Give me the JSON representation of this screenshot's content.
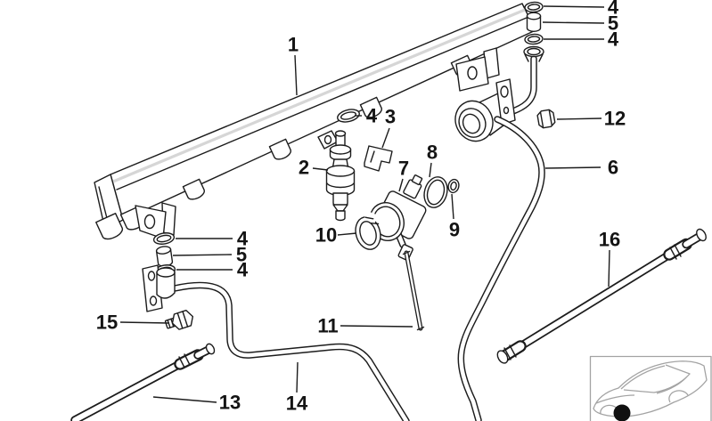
{
  "colors": {
    "background": "#ffffff",
    "line": "#1c1c1c",
    "rail_highlight": "#d6d6d6",
    "inset_line": "#a3a3a3",
    "marker_dot": "#101010"
  },
  "callouts": [
    {
      "text": "4"
    },
    {
      "text": "5"
    },
    {
      "text": "4"
    },
    {
      "text": "1"
    },
    {
      "text": "12"
    },
    {
      "text": "3"
    },
    {
      "text": "4"
    },
    {
      "text": "2"
    },
    {
      "text": "6"
    },
    {
      "text": "8"
    },
    {
      "text": "7"
    },
    {
      "text": "9"
    },
    {
      "text": "10"
    },
    {
      "text": "4"
    },
    {
      "text": "5"
    },
    {
      "text": "4"
    },
    {
      "text": "16"
    },
    {
      "text": "15"
    },
    {
      "text": "11"
    },
    {
      "text": "13"
    },
    {
      "text": "14"
    }
  ]
}
